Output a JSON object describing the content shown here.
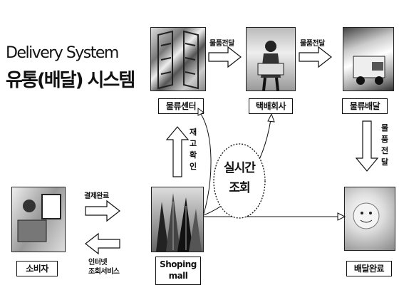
{
  "title": {
    "english": "Delivery System",
    "korean": "유통(배달) 시스템"
  },
  "nodes": {
    "logistics_center": "물류센터",
    "courier_company": "택배회사",
    "delivery": "물류배달",
    "consumer": "소비자",
    "shopping_mall_line1": "Shoping",
    "shopping_mall_line2": "mall",
    "delivery_complete": "배달완료",
    "realtime_line1": "실시간",
    "realtime_line2": "조회"
  },
  "arrow_labels": {
    "transfer_1": "물품전달",
    "transfer_2": "물품전달",
    "stock_check": [
      "재",
      "고",
      "확",
      "인"
    ],
    "item_transfer_vertical": [
      "물",
      "품",
      "전",
      "달"
    ],
    "payment_complete": "결제완료",
    "internet_line1": "인터넷",
    "internet_line2": "조회서비스"
  }
}
